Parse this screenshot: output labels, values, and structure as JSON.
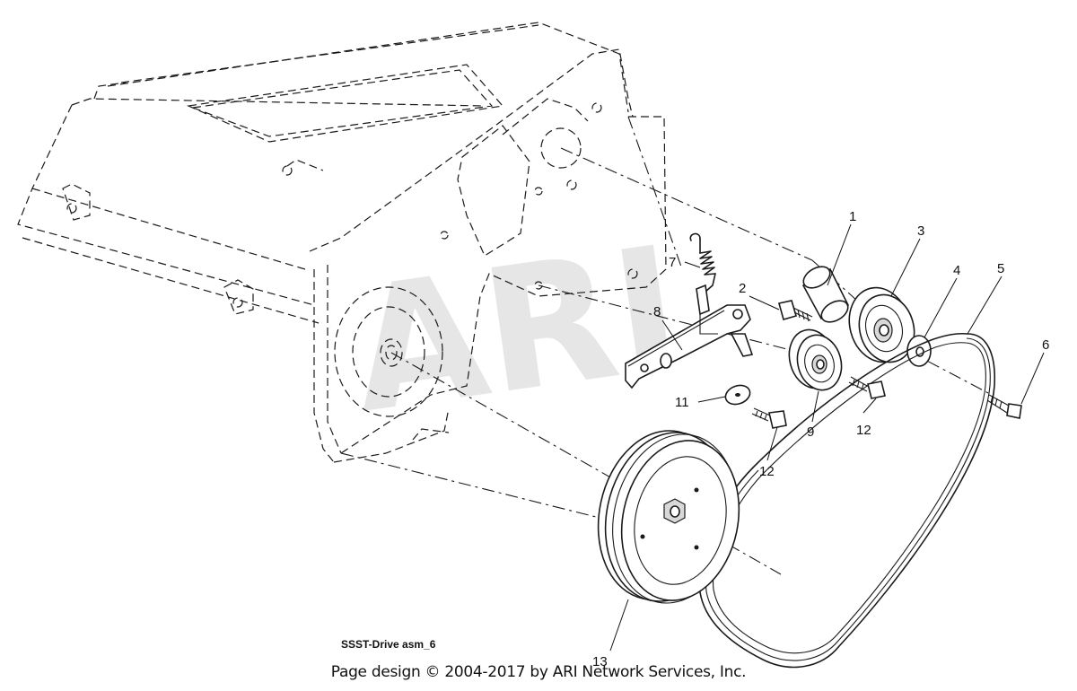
{
  "diagram": {
    "watermark": "ARI",
    "diagram_id": "SSST-Drive asm_6",
    "copyright": "Page design © 2004-2017 by ARI Network Services, Inc."
  },
  "callouts": [
    {
      "id": "c1",
      "label": "1"
    },
    {
      "id": "c2",
      "label": "2"
    },
    {
      "id": "c3",
      "label": "3"
    },
    {
      "id": "c4",
      "label": "4"
    },
    {
      "id": "c5",
      "label": "5"
    },
    {
      "id": "c6",
      "label": "6"
    },
    {
      "id": "c7",
      "label": "7"
    },
    {
      "id": "c8",
      "label": "8"
    },
    {
      "id": "c9",
      "label": "9"
    },
    {
      "id": "c11",
      "label": "11"
    },
    {
      "id": "c12a",
      "label": "12"
    },
    {
      "id": "c12b",
      "label": "12"
    },
    {
      "id": "c13",
      "label": "13"
    }
  ]
}
